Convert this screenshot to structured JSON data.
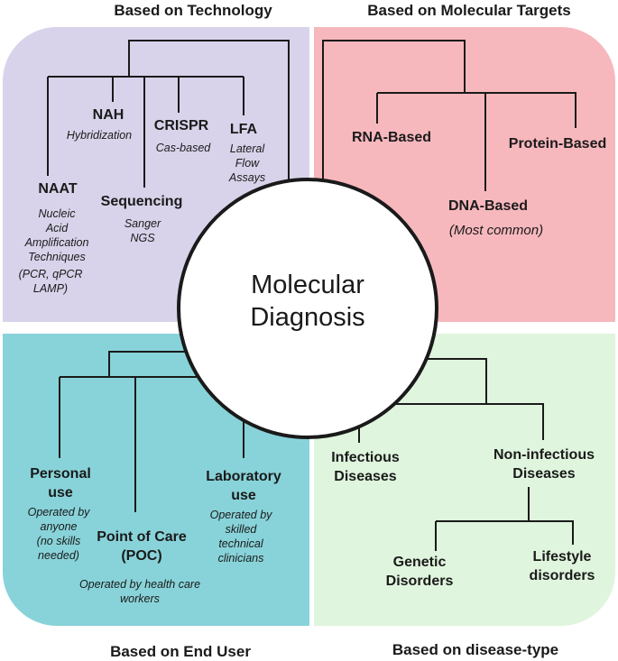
{
  "headers": {
    "technology": "Based on Technology",
    "molecular_targets": "Based on Molecular Targets",
    "end_user": "Based on End User",
    "disease_type": "Based on disease-type"
  },
  "center": {
    "line1": "Molecular",
    "line2": "Diagnosis"
  },
  "technology": {
    "naat": {
      "label": "NAAT",
      "desc": [
        "Nucleic",
        "Acid",
        "Amplification",
        "Techniques"
      ],
      "examples": [
        "(PCR, qPCR",
        "LAMP)"
      ]
    },
    "nah": {
      "label": "NAH",
      "desc": "Hybridization"
    },
    "crispr": {
      "label": "CRISPR",
      "desc": "Cas-based"
    },
    "lfa": {
      "label": "LFA",
      "desc": [
        "Lateral",
        "Flow",
        "Assays"
      ]
    },
    "sequencing": {
      "label": "Sequencing",
      "desc": [
        "Sanger",
        "NGS"
      ]
    }
  },
  "molecular_targets": {
    "rna": "RNA-Based",
    "protein": "Protein-Based",
    "dna": {
      "label": "DNA-Based",
      "note": "(Most common)"
    }
  },
  "end_user": {
    "personal": {
      "label": [
        "Personal",
        "use"
      ],
      "desc": [
        "Operated by",
        "anyone",
        "(no skills",
        "needed)"
      ]
    },
    "poc": {
      "label": [
        "Point of Care",
        "(POC)"
      ],
      "desc": [
        "Operated by health care",
        "workers"
      ]
    },
    "laboratory": {
      "label": [
        "Laboratory",
        "use"
      ],
      "desc": [
        "Operated by",
        "skilled",
        "technical",
        "clinicians"
      ]
    }
  },
  "disease_type": {
    "infectious": [
      "Infectious",
      "Diseases"
    ],
    "non_infectious": [
      "Non-infectious",
      "Diseases"
    ],
    "genetic": [
      "Genetic",
      "Disorders"
    ],
    "lifestyle": [
      "Lifestyle",
      "disorders"
    ]
  },
  "colors": {
    "technology": "#d8d3ea",
    "molecular_targets": "#f7b8bd",
    "end_user": "#88d3d9",
    "disease_type": "#dff5dd",
    "lines": "#1a1a1a"
  }
}
